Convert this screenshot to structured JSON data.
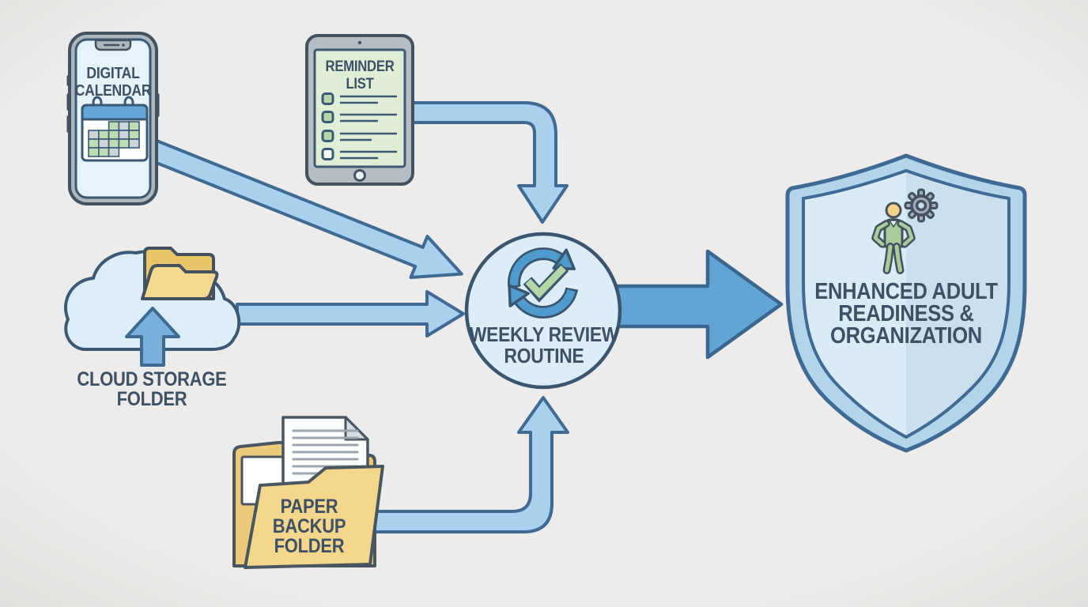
{
  "meta": {
    "description": "Flow diagram: four organization tools feed into a weekly review routine, producing enhanced adult readiness and organization"
  },
  "background_color": "#edecea",
  "colors": {
    "text": "#3d5064",
    "icon_outline": "#43525e",
    "arrow_fill": "#a7d1ec",
    "arrow_outline": "#3f6a93",
    "big_arrow_fill": "#60a5d5",
    "routine_circle_fill": "#ddedf7",
    "sync_blue": "#4f9ace",
    "check_green": "#b5d7a8",
    "cloud_fill": "#ddeef8",
    "cloud_arrow_fill": "#79b1dc",
    "folder_yellow": "#f4d78c",
    "folder_yellow_dark": "#e9c873",
    "phone_screen": "#e7f3fb",
    "tablet_screen_green": "#e0eed7",
    "checkbox_green": "#b7d7ab",
    "calendar_header_blue": "#64a6d9",
    "calendar_cell_green": "#bcdcb4",
    "calendar_cell_gray": "#ccd4da",
    "shield_outer": "#b2d5e9",
    "shield_inner_left": "#d9ebf5",
    "shield_inner_right": "#cbe0ee",
    "person_green": "#a8cb9b",
    "head_yellow": "#f6d387",
    "gear_gray": "#a2aeb7"
  },
  "nodes": {
    "digital_calendar": {
      "lines": [
        "DIGITAL",
        "CALENDAR"
      ],
      "icon": "smartphone-calendar-icon"
    },
    "reminder_list": {
      "lines": [
        "REMINDER",
        "LIST"
      ],
      "icon": "tablet-checklist-icon"
    },
    "cloud_storage": {
      "lines": [
        "CLOUD STORAGE",
        "FOLDER"
      ],
      "icon": "cloud-upload-folder-icon"
    },
    "paper_backup": {
      "lines": [
        "PAPER",
        "BACKUP",
        "FOLDER"
      ],
      "icon": "folder-documents-icon"
    },
    "weekly_review": {
      "lines": [
        "WEEKLY REVIEW",
        "ROUTINE"
      ],
      "icon": "sync-checkmark-icon"
    },
    "outcome": {
      "lines": [
        "ENHANCED ADULT",
        "READINESS &",
        "ORGANIZATION"
      ],
      "icon": "shield-person-gear-icon"
    }
  },
  "edges": [
    {
      "from": "digital_calendar",
      "to": "weekly_review"
    },
    {
      "from": "reminder_list",
      "to": "weekly_review"
    },
    {
      "from": "cloud_storage",
      "to": "weekly_review"
    },
    {
      "from": "paper_backup",
      "to": "weekly_review"
    },
    {
      "from": "weekly_review",
      "to": "outcome"
    }
  ]
}
